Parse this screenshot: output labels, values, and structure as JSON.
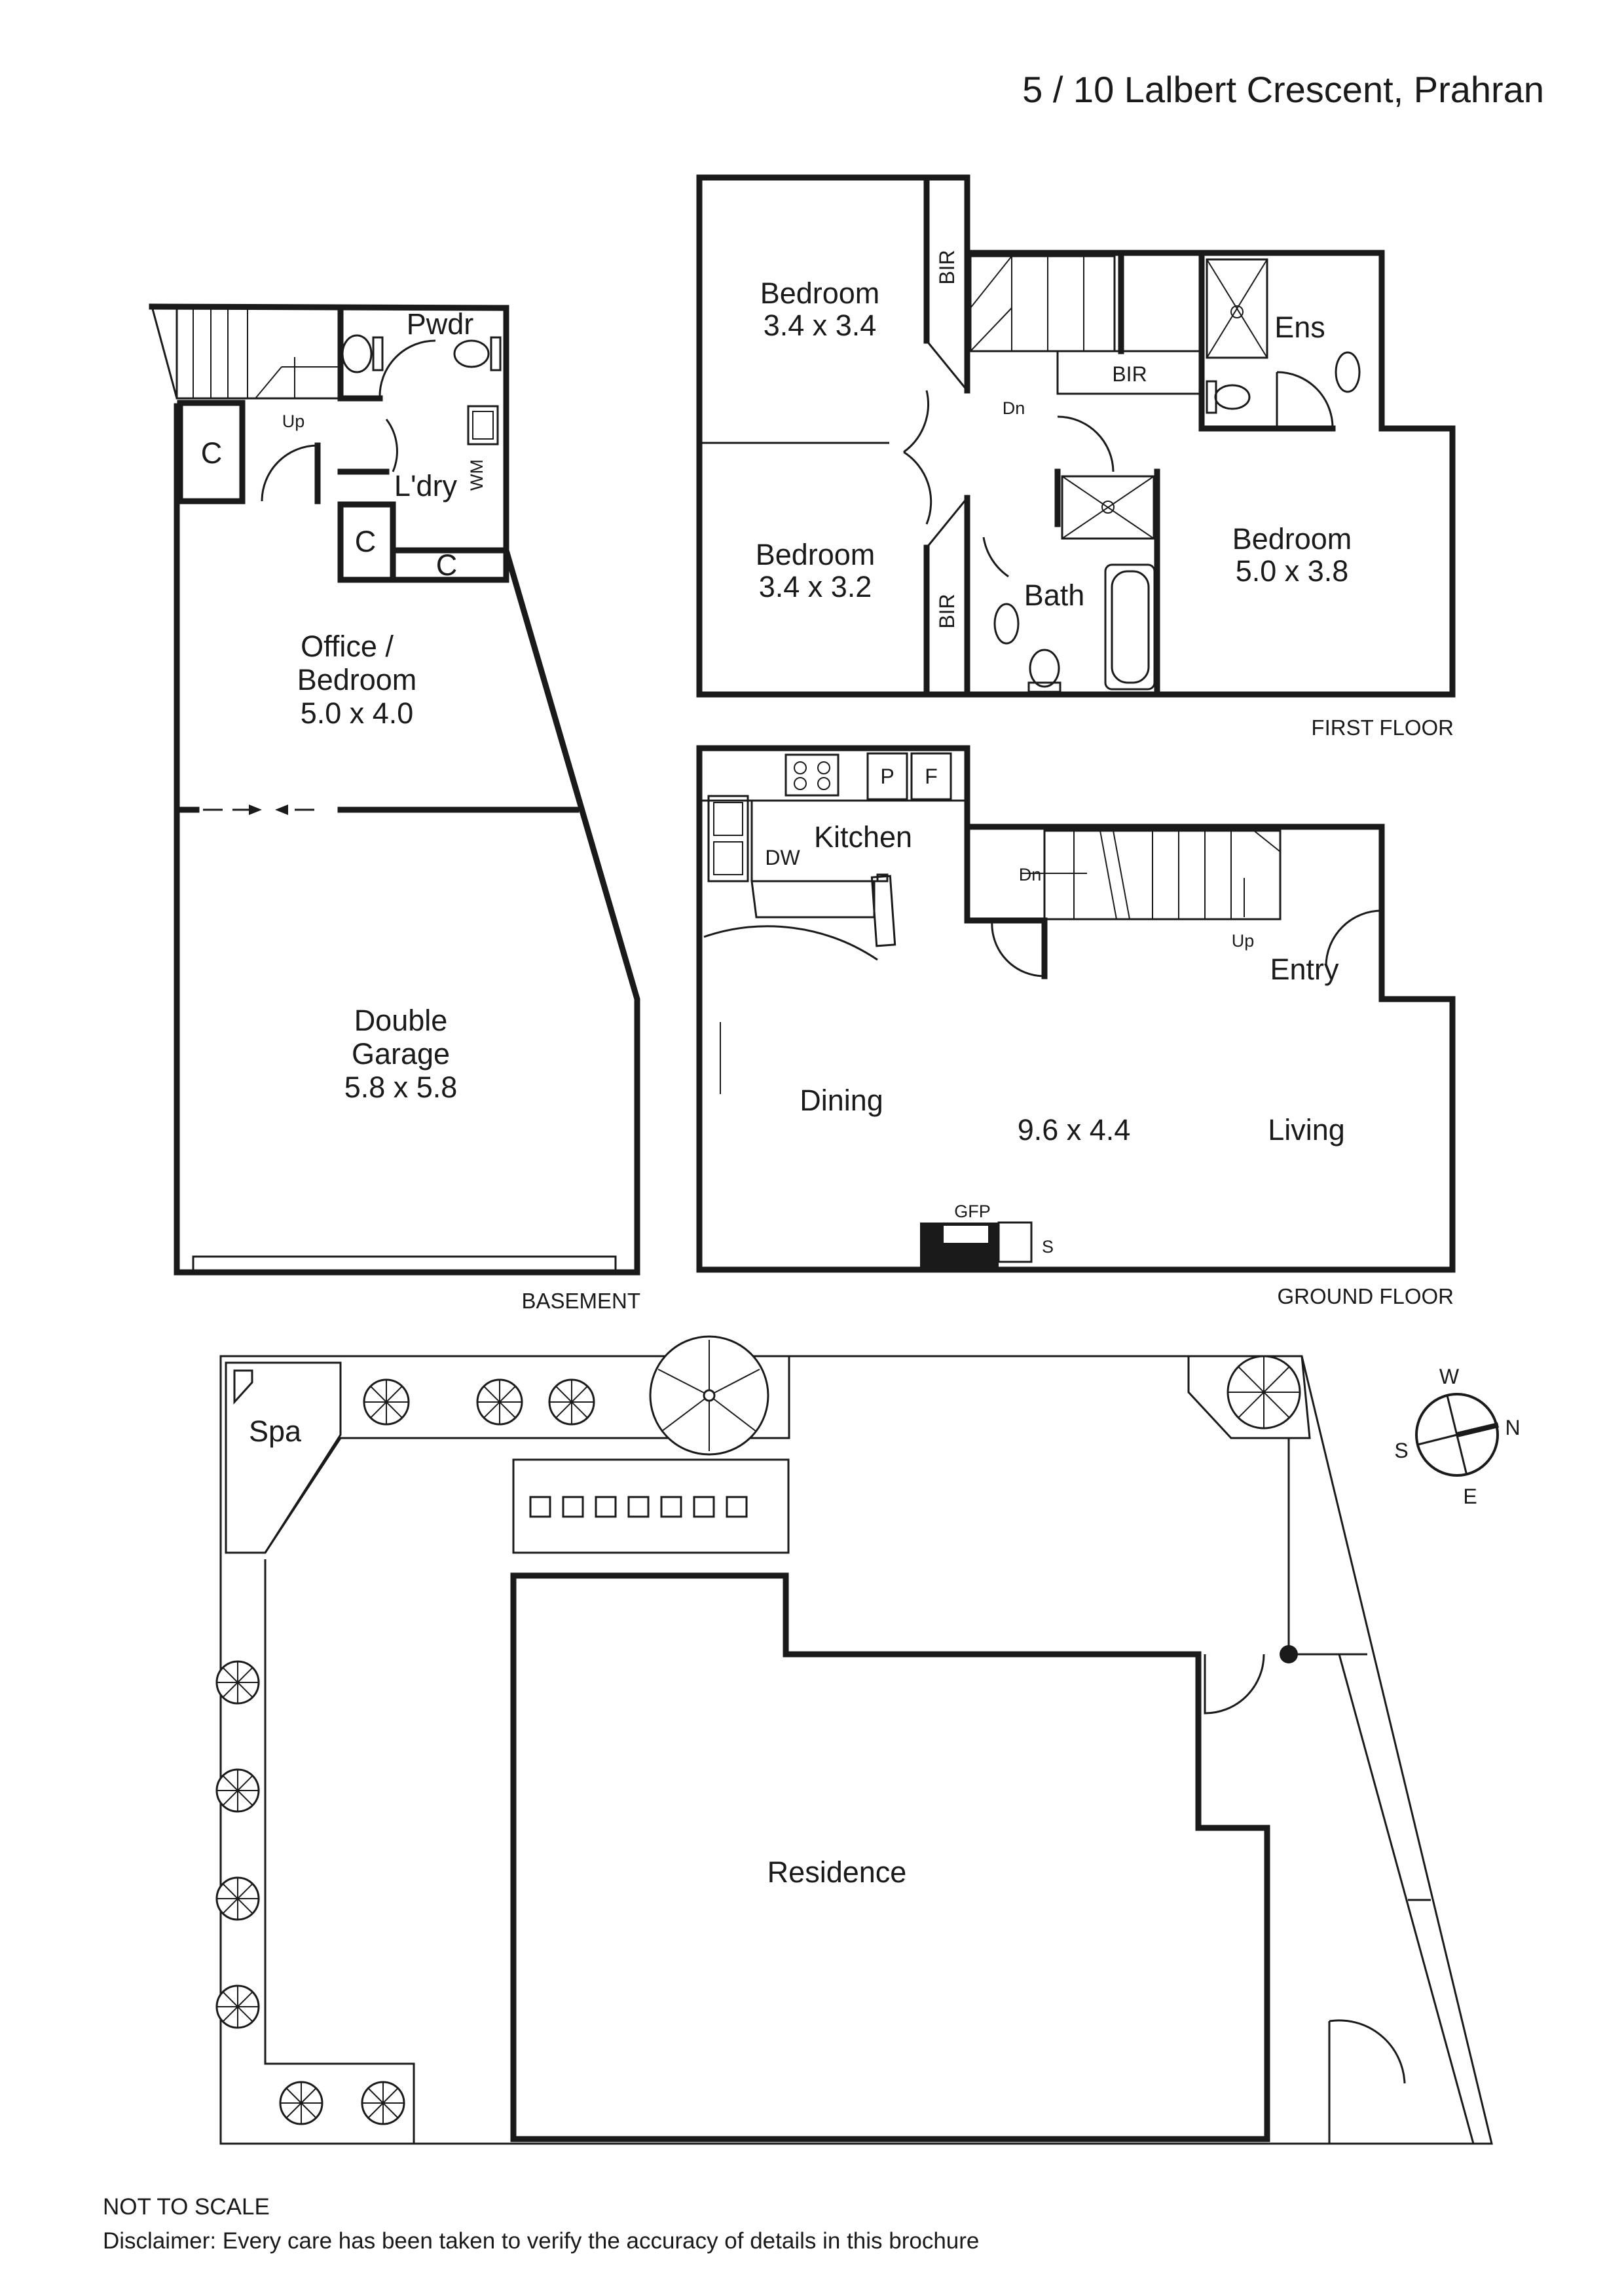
{
  "address": "5 / 10 Lalbert Crescent, Prahran",
  "levels": {
    "first": "FIRST FLOOR",
    "ground": "GROUND FLOOR",
    "basement": "BASEMENT"
  },
  "first_floor": {
    "bed1_name": "Bedroom",
    "bed1_size": "3.4 x 3.4",
    "bed2_name": "Bedroom",
    "bed2_size": "3.4 x 3.2",
    "bed3_name": "Bedroom",
    "bed3_size": "5.0 x 3.8",
    "bir": "BIR",
    "ens": "Ens",
    "bath": "Bath",
    "dn": "Dn"
  },
  "ground_floor": {
    "kitchen": "Kitchen",
    "dw": "DW",
    "pantry": "P",
    "fridge": "F",
    "dn": "Dn",
    "up": "Up",
    "entry": "Entry",
    "dining": "Dining",
    "size": "9.6 x 4.4",
    "living": "Living",
    "gfp": "GFP",
    "s": "S"
  },
  "basement": {
    "pwdr": "Pwdr",
    "up": "Up",
    "c": "C",
    "laundry": "L'dry",
    "wm": "WM",
    "office_line1": "Office /",
    "office_line2": "Bedroom",
    "office_size": "5.0 x 4.0",
    "garage_line1": "Double",
    "garage_line2": "Garage",
    "garage_size": "5.8 x 5.8"
  },
  "site": {
    "spa": "Spa",
    "residence": "Residence"
  },
  "compass": {
    "w": "W",
    "n": "N",
    "s": "S",
    "e": "E"
  },
  "footer": {
    "scale": "NOT TO SCALE",
    "disclaimer": "Disclaimer: Every care has been taken to verify the accuracy of details in this brochure"
  }
}
